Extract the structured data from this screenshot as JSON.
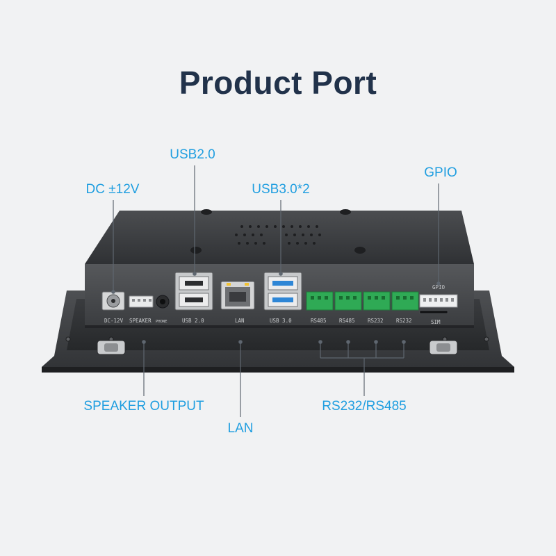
{
  "title": "Product Port",
  "callouts": {
    "usb2": "USB2.0",
    "dc": "DC ±12V",
    "usb3": "USB3.0*2",
    "gpio": "GPIO",
    "speaker_output": "SPEAKER OUTPUT",
    "lan": "LAN",
    "rs232_rs485": "RS232/RS485"
  },
  "port_labels": {
    "dc": "DC-12V",
    "speaker": "SPEAKER",
    "phone": "PHONE",
    "usb2": "USB 2.0",
    "lan": "LAN",
    "usb3": "USB 3.0",
    "com1": "RS485",
    "com2": "RS485",
    "com3": "RS232",
    "com4": "RS232",
    "gpio": "GPIO",
    "sim": "SIM"
  },
  "colors": {
    "title": "#21324a",
    "callout": "#1f9ee0",
    "terminal_block": "#2faa55",
    "usb3_tongue": "#2e86d6"
  }
}
